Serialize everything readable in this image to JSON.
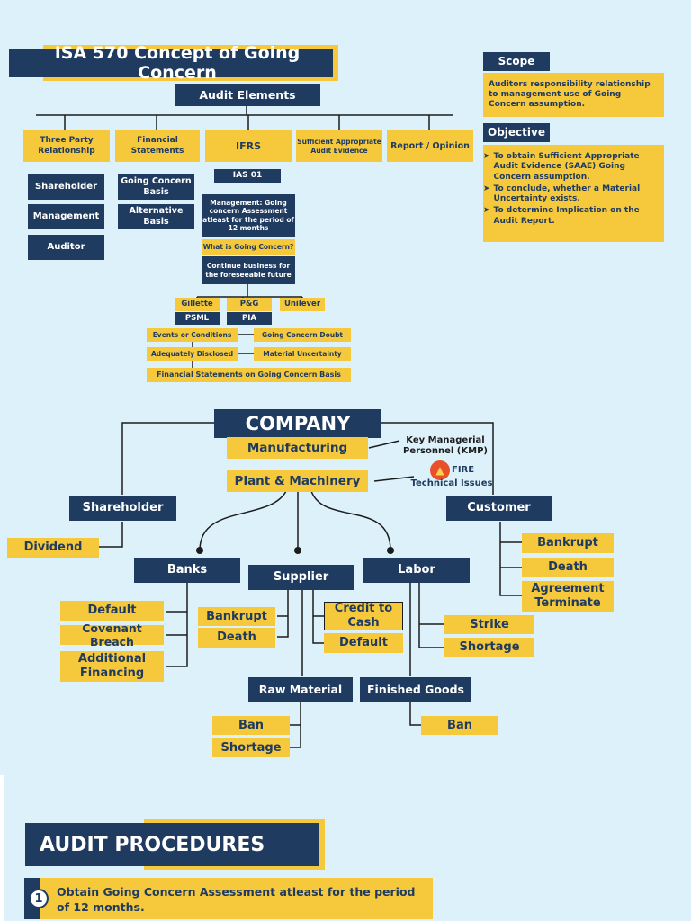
{
  "title": "ISA 570 Concept of Going Concern",
  "audit_elements": {
    "label": "Audit Elements",
    "items": [
      "Three Party Relationship",
      "Financial Statements",
      "IFRS",
      "Sufficient Appropriate Audit Evidence",
      "Report / Opinion"
    ]
  },
  "three_party": [
    "Shareholder",
    "Management",
    "Auditor"
  ],
  "financial_statements": [
    "Going Concern Basis",
    "Alternative Basis"
  ],
  "ifrs": {
    "standard": "IAS 01",
    "management": "Management: Going concern Assessment atleast for the period of 12 months",
    "question": "What is Going Concern?",
    "answer": "Continue business for the foreseeable future",
    "examples": [
      "Gillette",
      "P&G",
      "Unilever"
    ],
    "local": [
      "PSML",
      "PIA"
    ],
    "events": "Events or Conditions",
    "doubt": "Going Concern Doubt",
    "disclosed": "Adequately Disclosed",
    "uncertainty": "Material Uncertainty",
    "basis": "Financial Statements on Going Concern Basis"
  },
  "scope": {
    "label": "Scope",
    "text": "Auditors responsibility relationship to management use of Going Concern assumption."
  },
  "objective": {
    "label": "Objective",
    "items": [
      "To obtain Sufficient Appropriate Audit Evidence (SAAE) Going Concern assumption.",
      "To conclude, whether a Material Uncertainty exists.",
      "To determine Implication on the Audit Report."
    ]
  },
  "company": {
    "label": "COMPANY",
    "manufacturing": "Manufacturing",
    "plant": "Plant & Machinery",
    "kmp": "Key Managerial Personnel (KMP)",
    "fire": "FIRE",
    "technical": "Technical Issues",
    "shareholder": "Shareholder",
    "dividend": "Dividend",
    "customer": "Customer",
    "customer_items": [
      "Bankrupt",
      "Death",
      "Agreement Terminate"
    ],
    "banks": "Banks",
    "bank_items": [
      "Default",
      "Covenant Breach",
      "Additional Financing"
    ],
    "supplier": "Supplier",
    "supplier_left": [
      "Bankrupt",
      "Death"
    ],
    "supplier_right": [
      "Credit to Cash",
      "Default"
    ],
    "labor": "Labor",
    "labor_items": [
      "Strike",
      "Shortage"
    ],
    "raw_material": "Raw Material",
    "raw_items": [
      "Ban",
      "Shortage"
    ],
    "finished_goods": "Finished Goods",
    "finished_items": [
      "Ban"
    ]
  },
  "procedures": {
    "title": "AUDIT PROCEDURES",
    "number": "1",
    "step1": "Obtain Going Concern Assessment atleast for the period of 12 months."
  },
  "colors": {
    "navy": "#1f3b60",
    "yellow": "#f6c93c",
    "background": "#dcf1fa",
    "fire": "#e8502a"
  }
}
